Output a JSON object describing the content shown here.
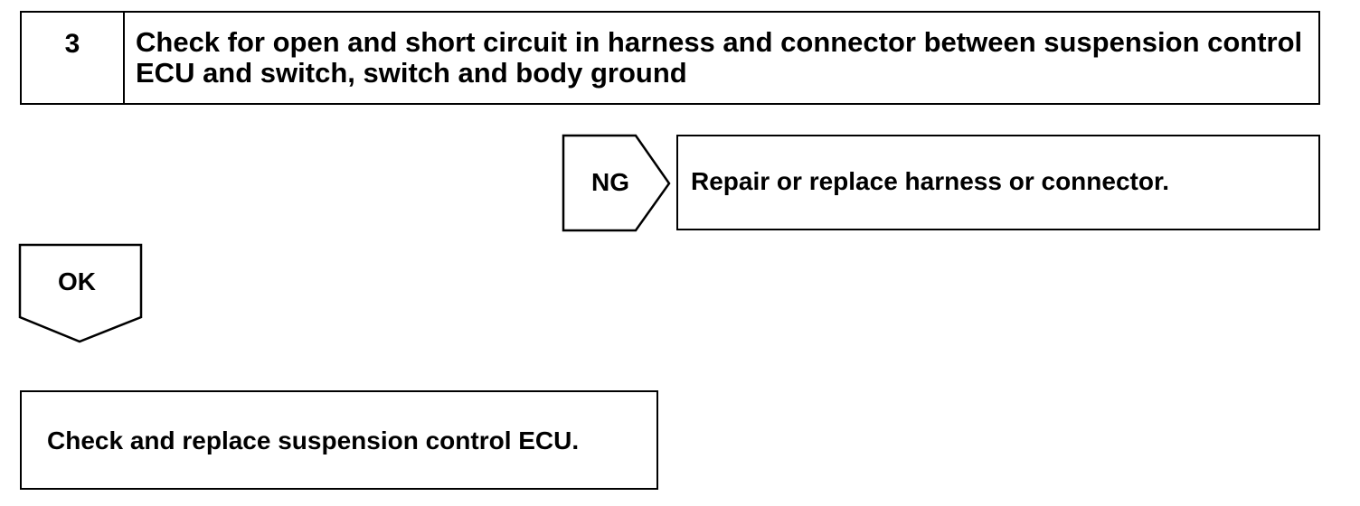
{
  "step": {
    "number": "3",
    "text": "Check for open and short circuit in harness and connector between suspension control ECU and switch, switch and body ground"
  },
  "ng_branch": {
    "label": "NG",
    "result": "Repair or replace harness or connector."
  },
  "ok_branch": {
    "label": "OK",
    "result": "Check and replace suspension control ECU."
  }
}
